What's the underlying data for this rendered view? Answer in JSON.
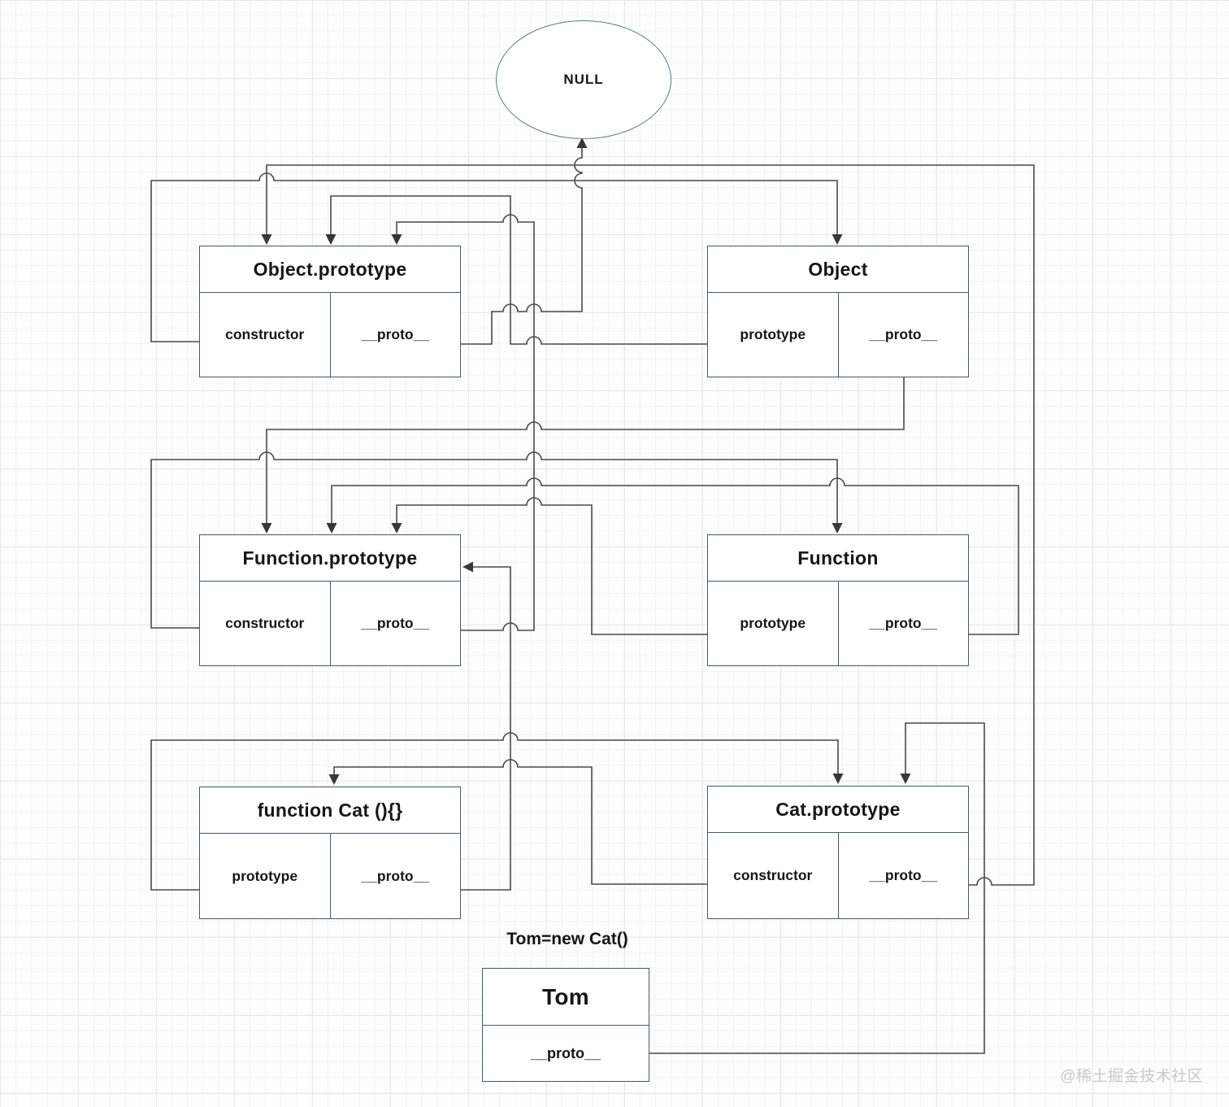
{
  "diagram": {
    "null_node": {
      "label": "NULL"
    },
    "boxes": [
      {
        "id": "object-prototype",
        "title": "Object.prototype",
        "cells": [
          "constructor",
          "__proto__"
        ]
      },
      {
        "id": "object",
        "title": "Object",
        "cells": [
          "prototype",
          "__proto__"
        ]
      },
      {
        "id": "function-prototype",
        "title": "Function.prototype",
        "cells": [
          "constructor",
          "__proto__"
        ]
      },
      {
        "id": "function",
        "title": "Function",
        "cells": [
          "prototype",
          "__proto__"
        ]
      },
      {
        "id": "function-cat",
        "title": "function Cat (){}",
        "cells": [
          "prototype",
          "__proto__"
        ]
      },
      {
        "id": "cat-prototype",
        "title": "Cat.prototype",
        "cells": [
          "constructor",
          "__proto__"
        ]
      }
    ],
    "tom": {
      "annotation": "Tom=new Cat()",
      "title": "Tom",
      "cell": "__proto__"
    },
    "edges": [
      {
        "from": "Object.prototype.__proto__",
        "to": "NULL"
      },
      {
        "from": "Object.prototype.constructor",
        "to": "Object"
      },
      {
        "from": "Object.prototype(cell of Object)",
        "to": "Object.prototype"
      },
      {
        "from": "Function.prototype.__proto__",
        "to": "Object.prototype"
      },
      {
        "from": "Object.__proto__",
        "to": "Function.prototype"
      },
      {
        "from": "Function.prototype.constructor",
        "to": "Function"
      },
      {
        "from": "prototype(cell of Function)",
        "to": "Function.prototype"
      },
      {
        "from": "Function.__proto__",
        "to": "Function.prototype"
      },
      {
        "from": "Cat.__proto__",
        "to": "Function.prototype"
      },
      {
        "from": "prototype(cell of Cat)",
        "to": "Cat.prototype"
      },
      {
        "from": "Cat.prototype.constructor",
        "to": "function Cat (){}"
      },
      {
        "from": "Cat.prototype.__proto__",
        "to": "Object.prototype"
      },
      {
        "from": "Tom.__proto__",
        "to": "Cat.prototype"
      }
    ],
    "watermark": "@稀土掘金技术社区",
    "colors": {
      "box_border": "#45596b",
      "connector": "#4a4a4a",
      "text": "#161616",
      "watermark": "#c8c8c8",
      "background": "#fdfdfd"
    }
  }
}
